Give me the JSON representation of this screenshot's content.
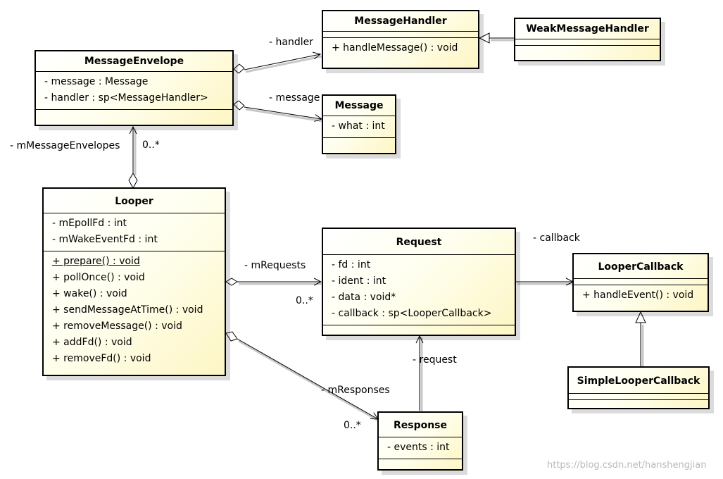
{
  "classes": {
    "message_handler": {
      "name": "MessageHandler",
      "operations": [
        "+ handleMessage() : void"
      ]
    },
    "weak_message_handler": {
      "name": "WeakMessageHandler"
    },
    "message_envelope": {
      "name": "MessageEnvelope",
      "attributes": [
        "- message : Message",
        "- handler : sp<MessageHandler>"
      ]
    },
    "message": {
      "name": "Message",
      "attributes": [
        "- what : int"
      ]
    },
    "looper": {
      "name": "Looper",
      "attributes": [
        "- mEpollFd : int",
        "- mWakeEventFd : int"
      ],
      "operations": [
        "+ prepare() : void",
        "+ pollOnce() : void",
        "+ wake() : void",
        "+ sendMessageAtTime() : void",
        "+ removeMessage() : void",
        "+ addFd() : void",
        "+ removeFd() : void"
      ]
    },
    "request": {
      "name": "Request",
      "attributes": [
        "- fd : int",
        "- ident : int",
        "- data : void*",
        "- callback : sp<LooperCallback>"
      ]
    },
    "looper_callback": {
      "name": "LooperCallback",
      "operations": [
        "+ handleEvent() : void"
      ]
    },
    "simple_looper_callback": {
      "name": "SimpleLooperCallback"
    },
    "response": {
      "name": "Response",
      "attributes": [
        "- events : int"
      ]
    }
  },
  "relations": {
    "handler": "- handler",
    "message": "- message",
    "m_message_envelopes": "- mMessageEnvelopes",
    "m_message_envelopes_mult": "0..*",
    "m_requests": "- mRequests",
    "m_requests_mult": "0..*",
    "callback": "- callback",
    "request": "- request",
    "m_responses": "- mResponses",
    "m_responses_mult": "0..*"
  },
  "watermark": "https://blog.csdn.net/hansheng‌jian"
}
